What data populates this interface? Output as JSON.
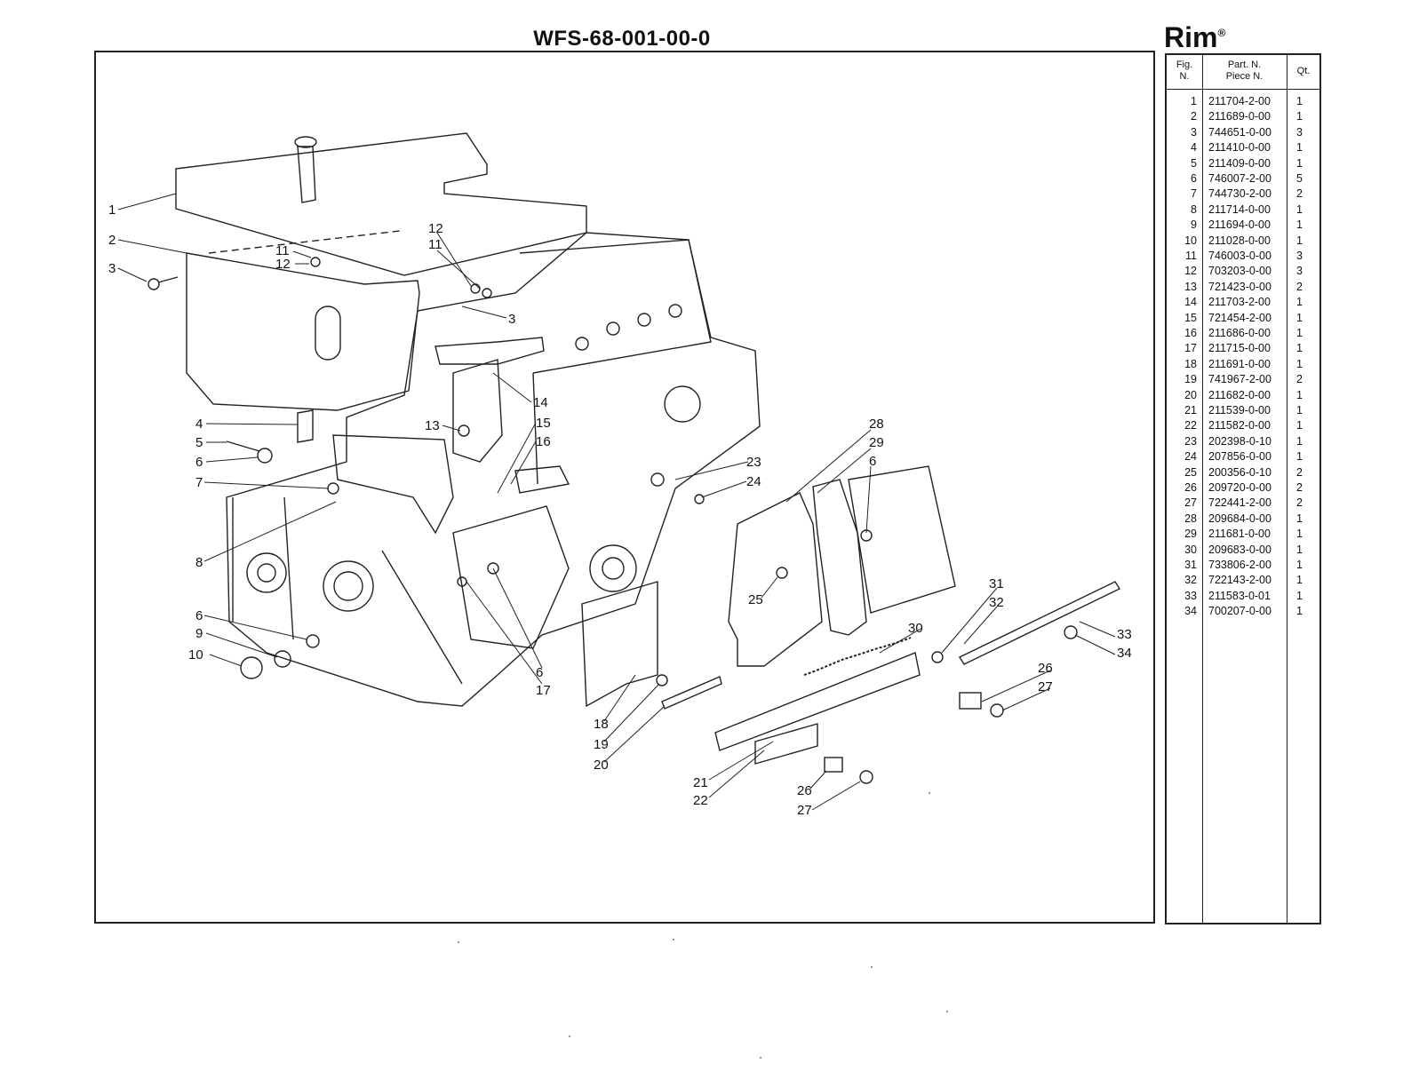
{
  "header": {
    "drawing_code": "WFS-68-001-00-0",
    "brand": "Rim",
    "brand_mark": "®"
  },
  "parts_table": {
    "col_fig": [
      "Fig.",
      "N."
    ],
    "col_part": [
      "Part. N.",
      "Piece N."
    ],
    "col_qty": "Qt.",
    "rows": [
      {
        "fig": "1",
        "part": "211704-2-00",
        "qty": "1"
      },
      {
        "fig": "2",
        "part": "211689-0-00",
        "qty": "1"
      },
      {
        "fig": "3",
        "part": "744651-0-00",
        "qty": "3"
      },
      {
        "fig": "4",
        "part": "211410-0-00",
        "qty": "1"
      },
      {
        "fig": "5",
        "part": "211409-0-00",
        "qty": "1"
      },
      {
        "fig": "6",
        "part": "746007-2-00",
        "qty": "5"
      },
      {
        "fig": "7",
        "part": "744730-2-00",
        "qty": "2"
      },
      {
        "fig": "8",
        "part": "211714-0-00",
        "qty": "1"
      },
      {
        "fig": "9",
        "part": "211694-0-00",
        "qty": "1"
      },
      {
        "fig": "10",
        "part": "211028-0-00",
        "qty": "1"
      },
      {
        "fig": "11",
        "part": "746003-0-00",
        "qty": "3"
      },
      {
        "fig": "12",
        "part": "703203-0-00",
        "qty": "3"
      },
      {
        "fig": "13",
        "part": "721423-0-00",
        "qty": "2"
      },
      {
        "fig": "14",
        "part": "211703-2-00",
        "qty": "1"
      },
      {
        "fig": "15",
        "part": "721454-2-00",
        "qty": "1"
      },
      {
        "fig": "16",
        "part": "211686-0-00",
        "qty": "1"
      },
      {
        "fig": "17",
        "part": "211715-0-00",
        "qty": "1"
      },
      {
        "fig": "18",
        "part": "211691-0-00",
        "qty": "1"
      },
      {
        "fig": "19",
        "part": "741967-2-00",
        "qty": "2"
      },
      {
        "fig": "20",
        "part": "211682-0-00",
        "qty": "1"
      },
      {
        "fig": "21",
        "part": "211539-0-00",
        "qty": "1"
      },
      {
        "fig": "22",
        "part": "211582-0-00",
        "qty": "1"
      },
      {
        "fig": "23",
        "part": "202398-0-10",
        "qty": "1"
      },
      {
        "fig": "24",
        "part": "207856-0-00",
        "qty": "1"
      },
      {
        "fig": "25",
        "part": "200356-0-10",
        "qty": "2"
      },
      {
        "fig": "26",
        "part": "209720-0-00",
        "qty": "2"
      },
      {
        "fig": "27",
        "part": "722441-2-00",
        "qty": "2"
      },
      {
        "fig": "28",
        "part": "209684-0-00",
        "qty": "1"
      },
      {
        "fig": "29",
        "part": "211681-0-00",
        "qty": "1"
      },
      {
        "fig": "30",
        "part": "209683-0-00",
        "qty": "1"
      },
      {
        "fig": "31",
        "part": "733806-2-00",
        "qty": "1"
      },
      {
        "fig": "32",
        "part": "722143-2-00",
        "qty": "1"
      },
      {
        "fig": "33",
        "part": "211583-0-01",
        "qty": "1"
      },
      {
        "fig": "34",
        "part": "700207-0-00",
        "qty": "1"
      }
    ]
  },
  "callouts": [
    {
      "id": "c1",
      "text": "1"
    },
    {
      "id": "c2",
      "text": "2"
    },
    {
      "id": "c3a",
      "text": "3"
    },
    {
      "id": "c11a",
      "text": "11"
    },
    {
      "id": "c12a",
      "text": "12"
    },
    {
      "id": "c12b",
      "text": "12"
    },
    {
      "id": "c11b",
      "text": "11"
    },
    {
      "id": "c3b",
      "text": "3"
    },
    {
      "id": "c4",
      "text": "4"
    },
    {
      "id": "c5",
      "text": "5"
    },
    {
      "id": "c6a",
      "text": "6"
    },
    {
      "id": "c7",
      "text": "7"
    },
    {
      "id": "c8",
      "text": "8"
    },
    {
      "id": "c6b",
      "text": "6"
    },
    {
      "id": "c9",
      "text": "9"
    },
    {
      "id": "c10",
      "text": "10"
    },
    {
      "id": "c13",
      "text": "13"
    },
    {
      "id": "c14",
      "text": "14"
    },
    {
      "id": "c15",
      "text": "15"
    },
    {
      "id": "c16",
      "text": "16"
    },
    {
      "id": "c6c",
      "text": "6"
    },
    {
      "id": "c17",
      "text": "17"
    },
    {
      "id": "c18",
      "text": "18"
    },
    {
      "id": "c19",
      "text": "19"
    },
    {
      "id": "c20",
      "text": "20"
    },
    {
      "id": "c21",
      "text": "21"
    },
    {
      "id": "c22",
      "text": "22"
    },
    {
      "id": "c23",
      "text": "23"
    },
    {
      "id": "c24",
      "text": "24"
    },
    {
      "id": "c25",
      "text": "25"
    },
    {
      "id": "c26a",
      "text": "26"
    },
    {
      "id": "c27a",
      "text": "27"
    },
    {
      "id": "c26b",
      "text": "26"
    },
    {
      "id": "c27b",
      "text": "27"
    },
    {
      "id": "c28",
      "text": "28"
    },
    {
      "id": "c29",
      "text": "29"
    },
    {
      "id": "c6d",
      "text": "6"
    },
    {
      "id": "c30",
      "text": "30"
    },
    {
      "id": "c31",
      "text": "31"
    },
    {
      "id": "c32",
      "text": "32"
    },
    {
      "id": "c33",
      "text": "33"
    },
    {
      "id": "c34",
      "text": "34"
    }
  ]
}
